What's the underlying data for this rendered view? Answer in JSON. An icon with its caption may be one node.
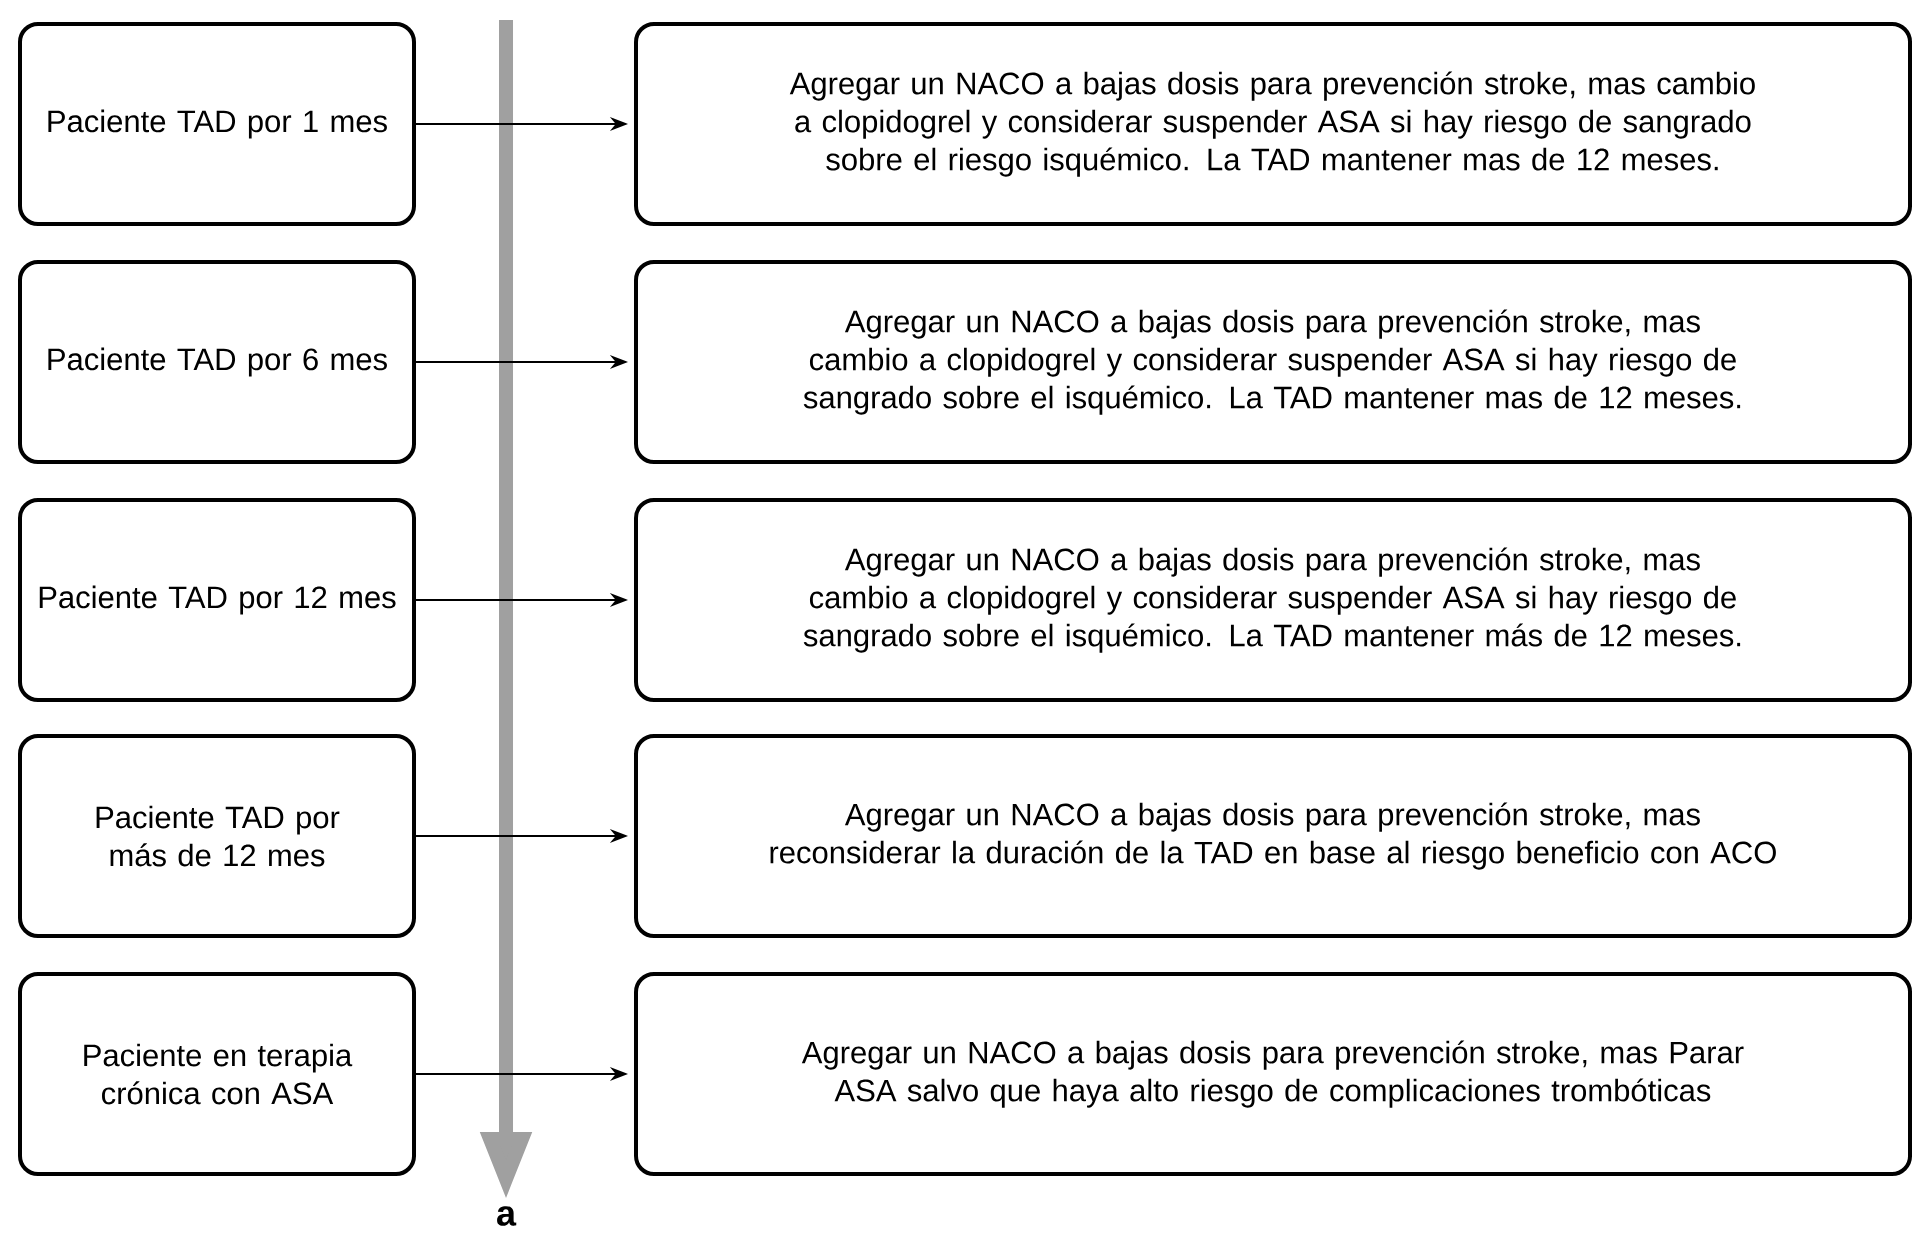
{
  "diagram": {
    "nodes": [
      {
        "text": [
          "Paciente TAD por 1 mes"
        ]
      },
      {
        "text": [
          "Paciente TAD por 6 mes"
        ]
      },
      {
        "text": [
          "Paciente TAD por 12 mes"
        ]
      },
      {
        "text": [
          "Paciente TAD por más de 12 mes"
        ]
      },
      {
        "text": [
          "Paciente en terapia crónica con ASA"
        ]
      },
      {
        "text": [
          "Agregar un NACO a bajas dosis para prevención stroke, mas cambio a clopidogrel y considerar suspender ASA si hay riesgo de sangrado sobre el riesgo isquémico. La TAD mantener mas de  12 meses."
        ]
      },
      {
        "text": [
          "Agregar un NACO a bajas dosis para prevención stroke, mas cambio a clopidogrel y considerar suspender ASA si hay riesgo de sangrado sobre el isquémico. La TAD mantener mas de 12 meses."
        ]
      },
      {
        "text": [
          "Agregar un NACO a bajas dosis para prevención stroke, mas cambio a clopidogrel y considerar suspender ASA si hay riesgo de sangrado sobre el isquémico. La TAD mantener más de 12 meses."
        ]
      },
      {
        "text": [
          "Agregar un NACO a bajas dosis para prevención stroke, mas reconsiderar la duración de la TAD en base al riesgo beneficio con ACO"
        ]
      },
      {
        "text": [
          "Agregar un NACO a bajas dosis para prevención stroke, mas Parar ASA salvo que haya alto riesgo de complicaciones trombóticas"
        ]
      }
    ],
    "edges": [
      {
        "from": 0,
        "to": 5,
        "arrow": "to"
      },
      {
        "from": 1,
        "to": 6,
        "arrow": "to"
      },
      {
        "from": 2,
        "to": 7,
        "arrow": "to"
      },
      {
        "from": 3,
        "to": 8,
        "arrow": "to"
      },
      {
        "from": 4,
        "to": 9,
        "arrow": "to"
      }
    ],
    "labels": [
      "a"
    ]
  }
}
